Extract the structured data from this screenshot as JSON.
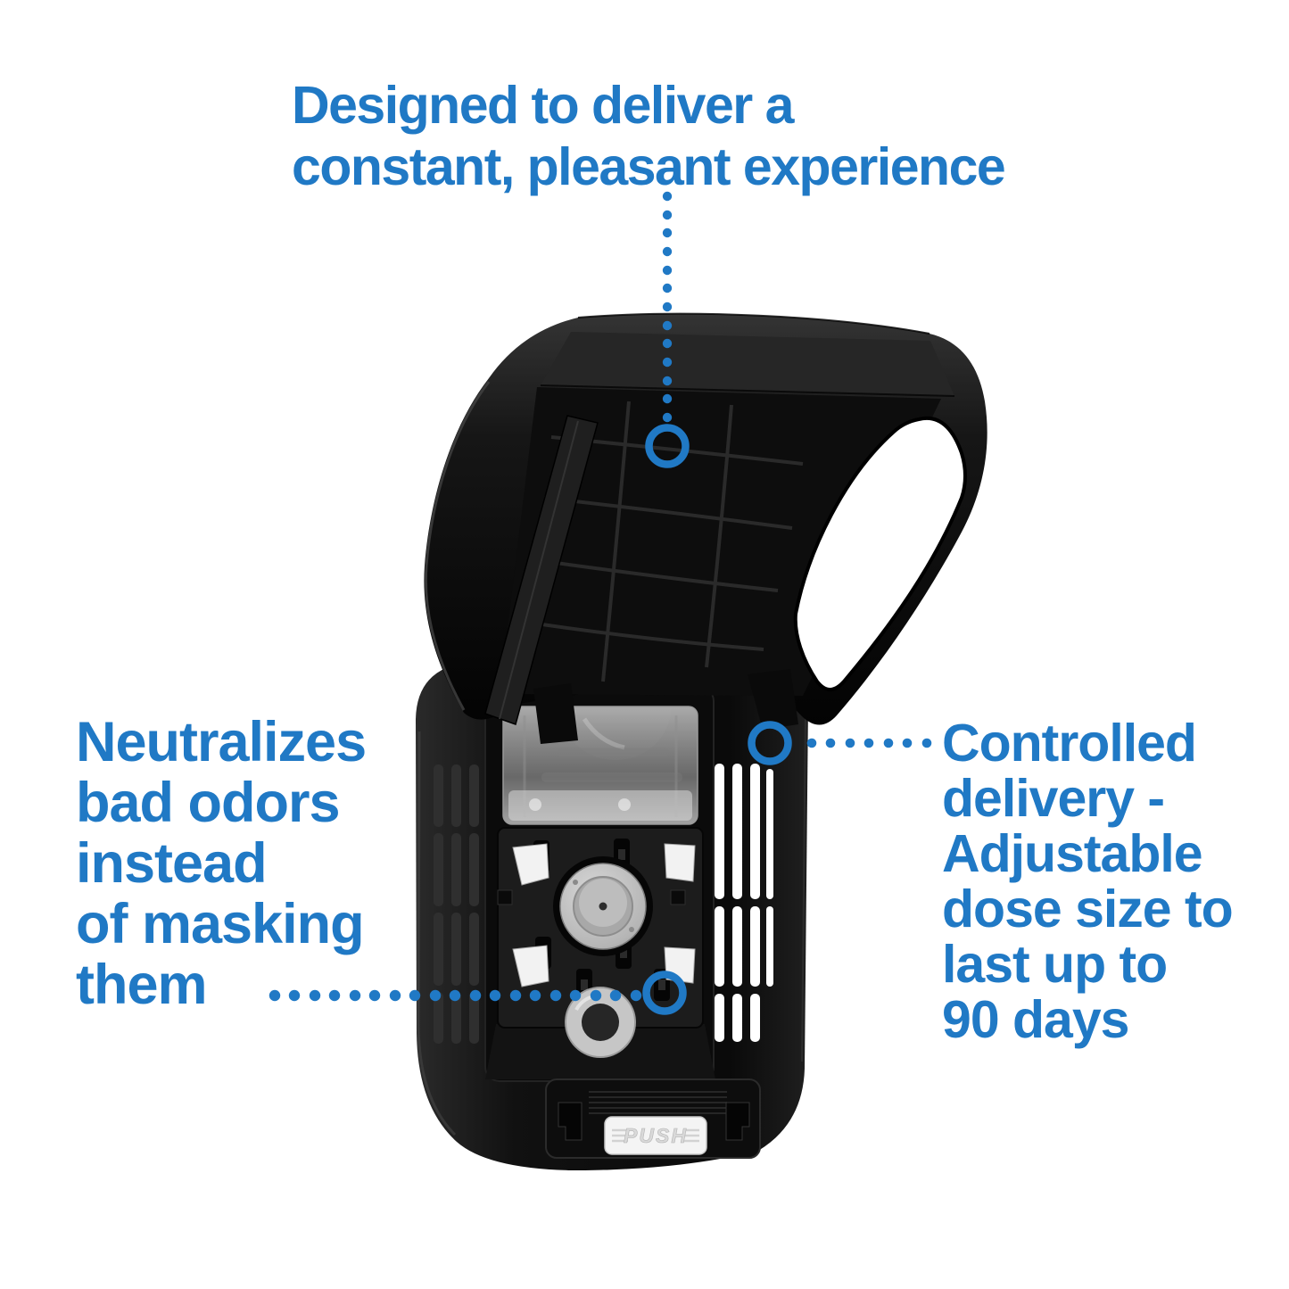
{
  "colors": {
    "accent_blue": "#2079C5",
    "device_black": "#0a0a0a",
    "background": "#ffffff"
  },
  "callouts": {
    "top": {
      "lines": [
        "Designed to deliver a",
        "constant, pleasant experience"
      ]
    },
    "left": {
      "lines": [
        "Neutralizes",
        "bad odors",
        "instead",
        "of masking",
        "them"
      ]
    },
    "right": {
      "lines": [
        "Controlled",
        "delivery -",
        "Adjustable",
        "dose size to",
        "last up to",
        "90 days"
      ]
    }
  },
  "device": {
    "push_label": "PUSH"
  }
}
